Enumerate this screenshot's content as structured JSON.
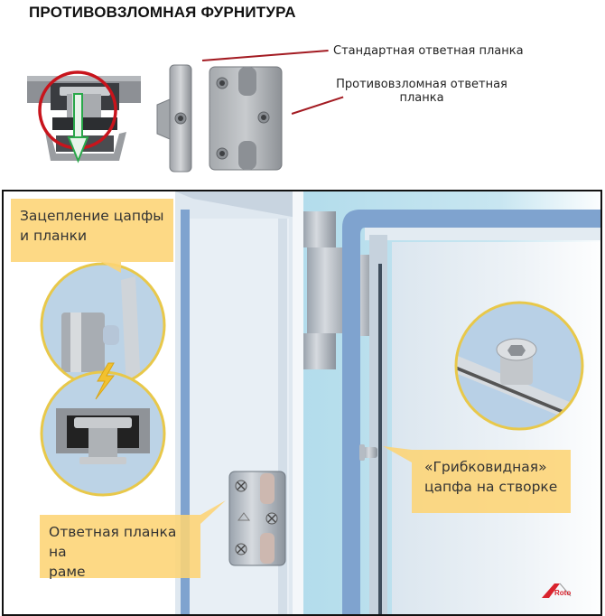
{
  "title": "ПРОТИВОВЗЛОМНАЯ ФУРНИТУРА",
  "top_section": {
    "labels": {
      "standard_strike": "Стандартная ответная планка",
      "antiburglary_strike_line1": "Противовзломная ответная",
      "antiburglary_strike_line2": "планка"
    },
    "images": [
      {
        "name": "mushroom-pin-engagement-closeup",
        "highlight": "red-circle",
        "arrow": "green-down-arrow"
      },
      {
        "name": "standard-strike-plate"
      },
      {
        "name": "antiburglary-strike-plate"
      }
    ]
  },
  "bottom_panel": {
    "callouts": {
      "engagement_line1": "Зацепление цапфы",
      "engagement_line2": "и планки",
      "frame_strike_line1": "Ответная планка на",
      "frame_strike_line2": "раме",
      "mushroom_pin_line1": "«Грибковидная»",
      "mushroom_pin_line2": "цапфа на створке"
    },
    "logo": "Roto"
  },
  "colors": {
    "callout_bg": "#fdd474",
    "circle_border": "#e8c84a",
    "pointer_line": "#a31b22",
    "highlight_circle": "#c8141c",
    "arrow": "#2aa84a",
    "frame_blue": "#7fa3cf",
    "sky_blue": "#a5d6e8",
    "logo_red": "#d9232d"
  }
}
